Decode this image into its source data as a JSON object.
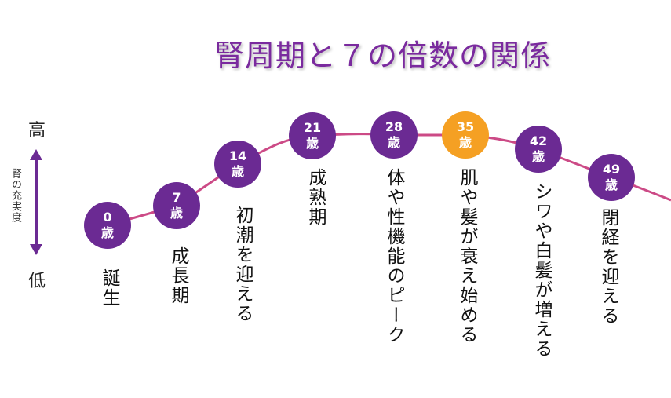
{
  "title": "腎周期と７の倍数の関係",
  "axis": {
    "high": "高",
    "low": "低",
    "label": "腎の充実度"
  },
  "colors": {
    "node": "#6b2a93",
    "highlight": "#f5a023",
    "curve": "#cc4a86",
    "title": "#7a2a9e"
  },
  "stages": [
    {
      "age": "0",
      "unit": "歳",
      "caption": "誕生",
      "highlight": false
    },
    {
      "age": "7",
      "unit": "歳",
      "caption": "成長期",
      "highlight": false
    },
    {
      "age": "14",
      "unit": "歳",
      "caption": "初潮を迎える",
      "highlight": false
    },
    {
      "age": "21",
      "unit": "歳",
      "caption": "成熟期",
      "highlight": false
    },
    {
      "age": "28",
      "unit": "歳",
      "caption": "体や性機能のピーク",
      "highlight": false
    },
    {
      "age": "35",
      "unit": "歳",
      "caption": "肌や髪が衰え始める",
      "highlight": true
    },
    {
      "age": "42",
      "unit": "歳",
      "caption": "シワや白髪が増える",
      "highlight": false
    },
    {
      "age": "49",
      "unit": "歳",
      "caption": "閉経を迎える",
      "highlight": false
    }
  ]
}
